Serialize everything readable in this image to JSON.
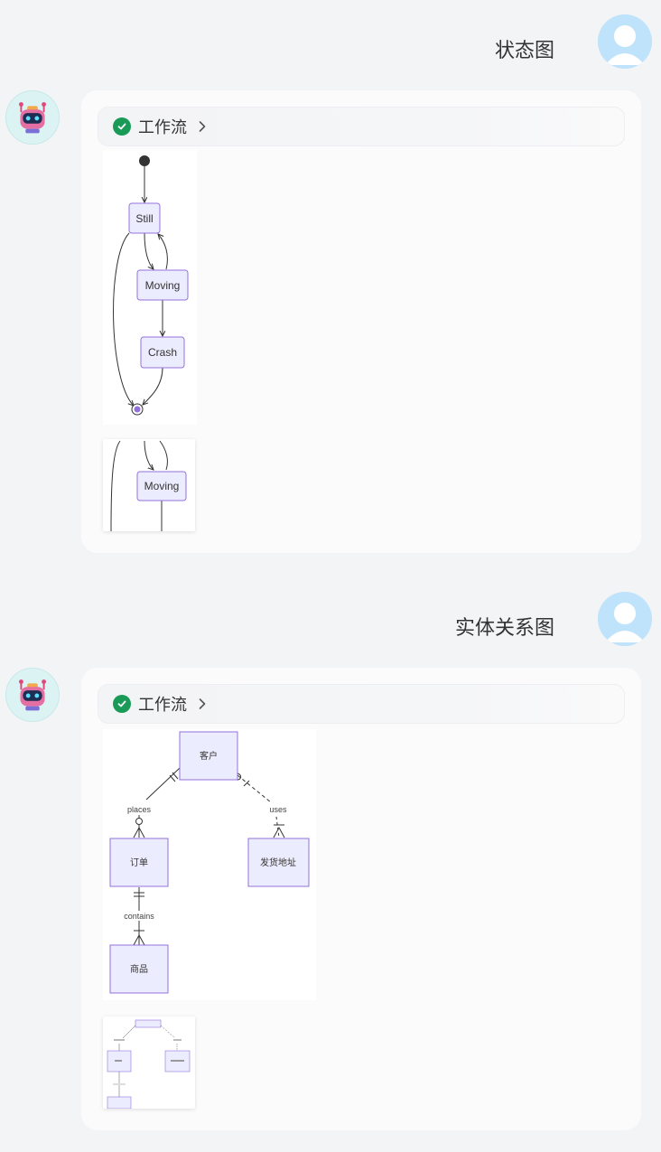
{
  "messages": [
    {
      "user_text": "状态图",
      "workflow_label": "工作流",
      "diagram": {
        "states": [
          "Still",
          "Moving",
          "Crash"
        ]
      }
    },
    {
      "user_text": "实体关系图",
      "workflow_label": "工作流",
      "diagram": {
        "entities": [
          "客户",
          "订单",
          "发货地址",
          "商品"
        ],
        "relations": [
          "places",
          "uses",
          "contains"
        ]
      }
    }
  ],
  "colors": {
    "accent_check": "#1a9a57",
    "node_fill": "#ececff",
    "node_stroke": "#9370db"
  },
  "icons": {
    "user_avatar": "user-silhouette-icon",
    "bot_avatar": "robot-icon",
    "status": "check-circle-icon",
    "expand": "chevron-right-icon"
  }
}
